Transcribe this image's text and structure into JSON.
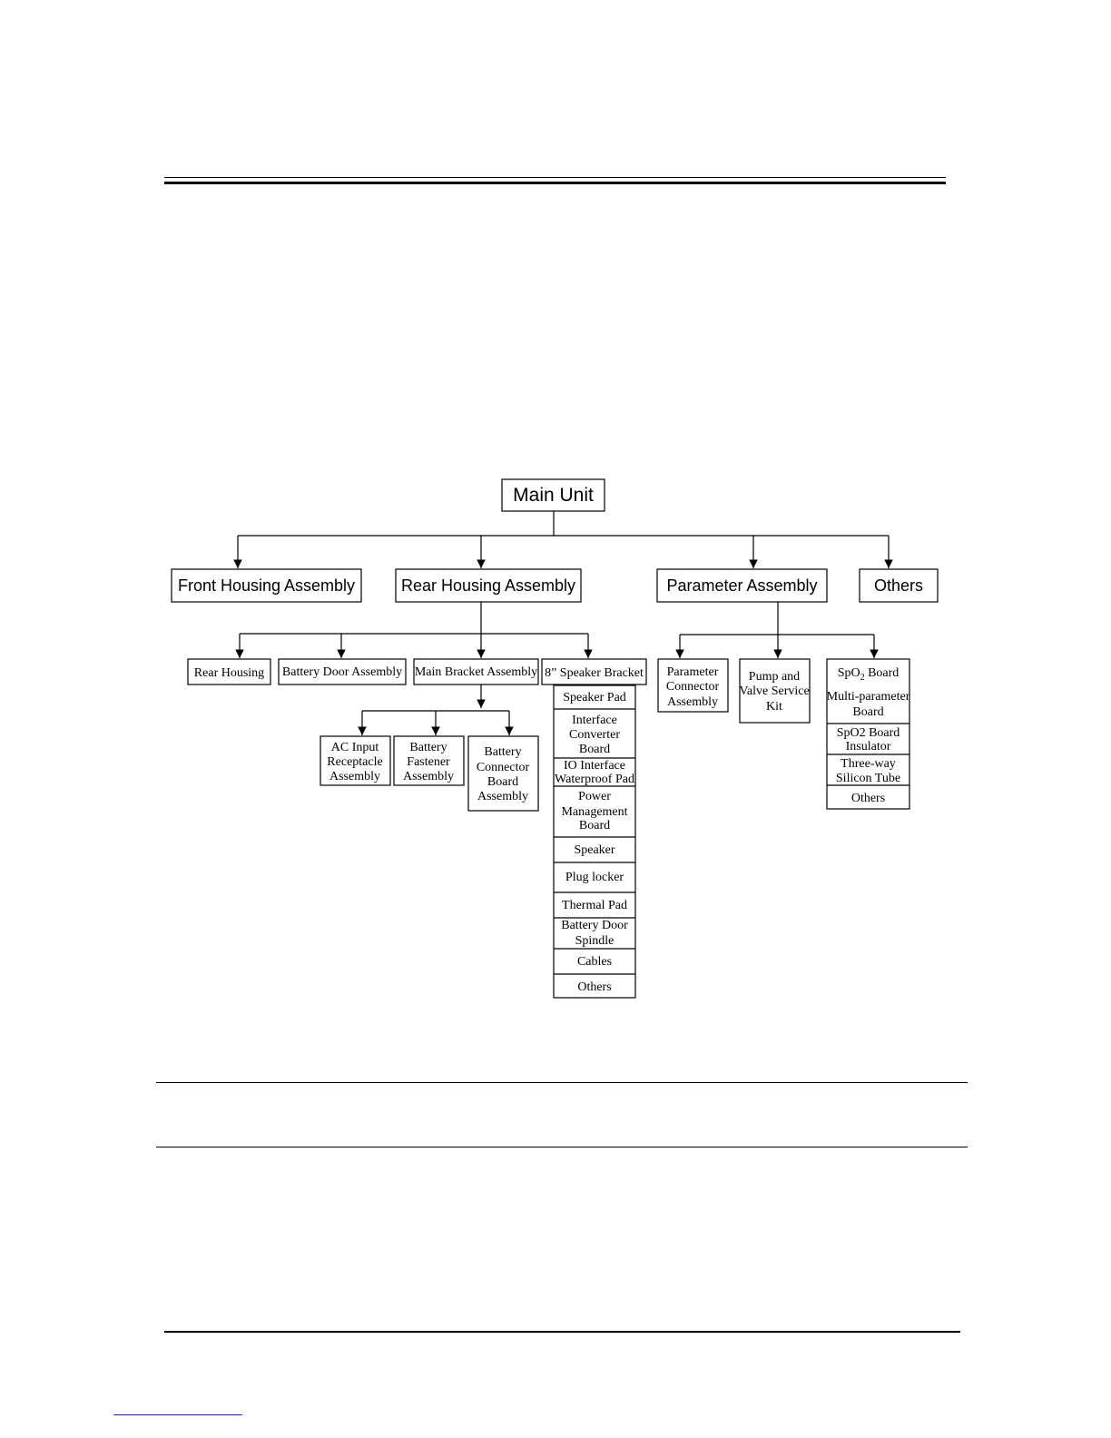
{
  "diagram": {
    "root": "Main Unit",
    "level1": {
      "front_housing": "Front Housing Assembly",
      "rear_housing": "Rear Housing Assembly",
      "parameter": "Parameter Assembly",
      "others": "Others"
    },
    "rear_children": {
      "rear_housing": "Rear Housing",
      "battery_door_assembly": "Battery Door Assembly",
      "main_bracket_assembly": "Main Bracket Assembly",
      "speaker_bracket": "8” Speaker Bracket"
    },
    "main_bracket_children": {
      "ac_input": [
        "AC Input",
        "Receptacle",
        "Assembly"
      ],
      "battery_fastener": [
        "Battery",
        "Fastener",
        "Assembly"
      ],
      "battery_connector": [
        "Battery",
        "Connector",
        "Board",
        "Assembly"
      ]
    },
    "speaker_bracket_list": {
      "speaker_pad": [
        "Speaker Pad"
      ],
      "interface_converter": [
        "Interface",
        "Converter",
        "Board"
      ],
      "io_interface": [
        "IO Interface",
        "Waterproof Pad"
      ],
      "power_management": [
        "Power",
        "Management",
        "Board"
      ],
      "speaker": [
        "Speaker"
      ],
      "plug_locker": [
        "Plug locker"
      ],
      "thermal_pad": [
        "Thermal Pad"
      ],
      "battery_door_spindle": [
        "Battery Door",
        "Spindle"
      ],
      "cables": [
        "Cables"
      ],
      "others": [
        "Others"
      ]
    },
    "parameter_children": {
      "connector_assembly": [
        "Parameter",
        "Connector",
        "Assembly"
      ],
      "pump_valve": [
        "Pump and",
        "Valve Service",
        "Kit"
      ]
    },
    "parameter_list": {
      "spo2_board": {
        "base": "SpO",
        "sub": "2",
        "rest": " Board"
      },
      "multi_parameter": [
        "Multi-parameter",
        "Board"
      ],
      "spo2_insulator": [
        "SpO2 Board",
        "Insulator"
      ],
      "three_way_tube": [
        "Three-way",
        "Silicon Tube"
      ],
      "others": [
        "Others"
      ]
    }
  }
}
